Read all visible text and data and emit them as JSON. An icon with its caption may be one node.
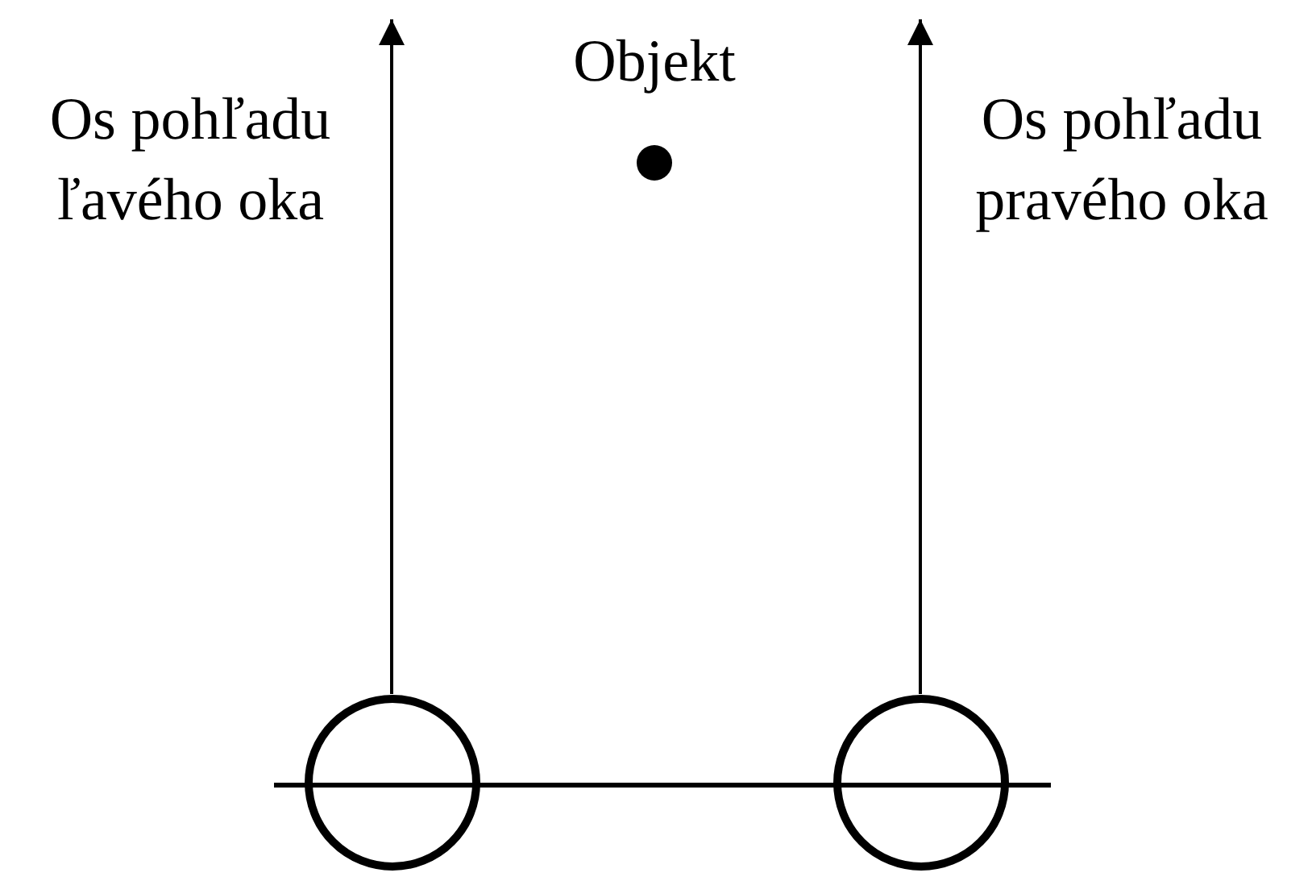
{
  "diagram": {
    "nodes": [
      {
        "text": [],
        "shape": "circle"
      },
      {
        "text": [],
        "shape": "circle",
        "beside": [
          "Objekt"
        ]
      },
      {
        "text": [],
        "shape": "circle"
      }
    ],
    "edges": [
      {
        "from": 0,
        "to": null,
        "arrow": "to"
      },
      {
        "from": 2,
        "to": null,
        "arrow": "to"
      }
    ],
    "labels": [
      "Os pohľadu ľavého oka",
      "Os pohľadu pravého oka"
    ]
  }
}
